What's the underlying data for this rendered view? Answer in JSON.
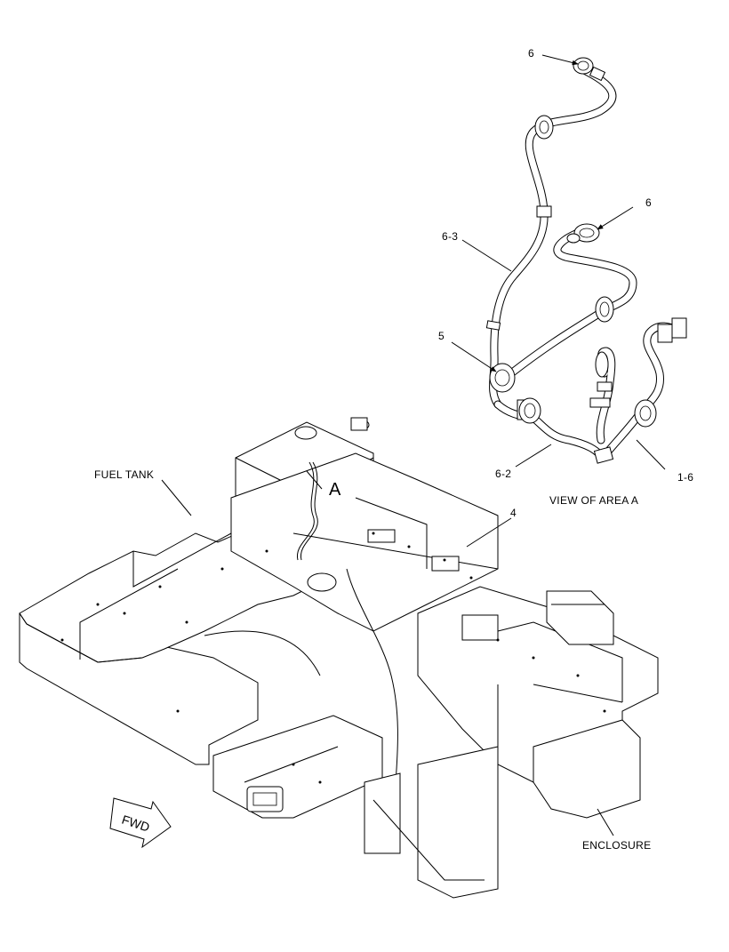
{
  "labels": {
    "fuel_tank": "FUEL TANK",
    "enclosure": "ENCLOSURE",
    "view_of_area": "VIEW OF AREA  A",
    "area_marker": "A",
    "fwd": "FWD",
    "callout_4": "4",
    "callout_5": "5",
    "callout_6_top": "6",
    "callout_6_mid": "6",
    "callout_6_3": "6-3",
    "callout_6_2": "6-2",
    "callout_1_6": "1-6"
  },
  "colors": {
    "line": "#000000",
    "background": "#ffffff"
  }
}
